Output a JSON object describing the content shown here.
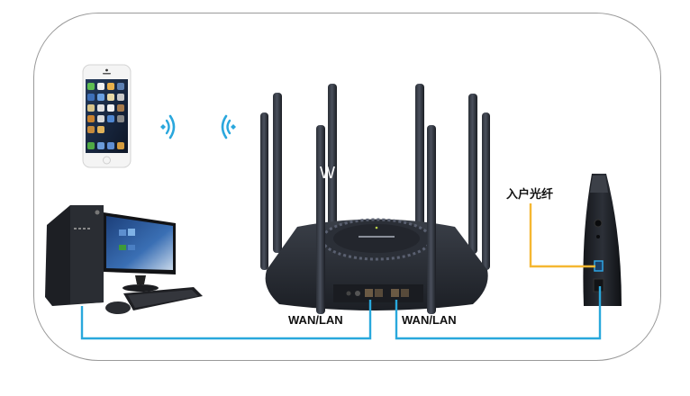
{
  "diagram": {
    "title": "Router connection diagram",
    "devices": [
      {
        "id": "smartphone",
        "label": "Smartphone"
      },
      {
        "id": "desktop-pc",
        "label": "Desktop PC"
      },
      {
        "id": "router",
        "label": "Wireless router",
        "antennas": 8
      },
      {
        "id": "optical-modem",
        "label": "Optical modem"
      }
    ],
    "labels": {
      "router_port_left": "WAN/LAN",
      "router_port_right": "WAN/LAN",
      "fiber_in": "入户光纤",
      "router_overlay": "W"
    },
    "connections": [
      {
        "from": "desktop-pc",
        "to": "router",
        "port": "WAN/LAN",
        "type": "ethernet"
      },
      {
        "from": "router",
        "to": "optical-modem",
        "port": "WAN/LAN",
        "type": "ethernet"
      },
      {
        "from": "fiber-in",
        "to": "optical-modem",
        "type": "fiber"
      },
      {
        "from": "smartphone",
        "to": "router",
        "type": "wifi"
      }
    ],
    "colors": {
      "ethernet_cable": "#29a8dc",
      "fiber_cable": "#f5b731",
      "wifi_signal": "#2aa7dd",
      "frame_border": "#9a9a9a",
      "device_dark": "#1e2127"
    }
  }
}
